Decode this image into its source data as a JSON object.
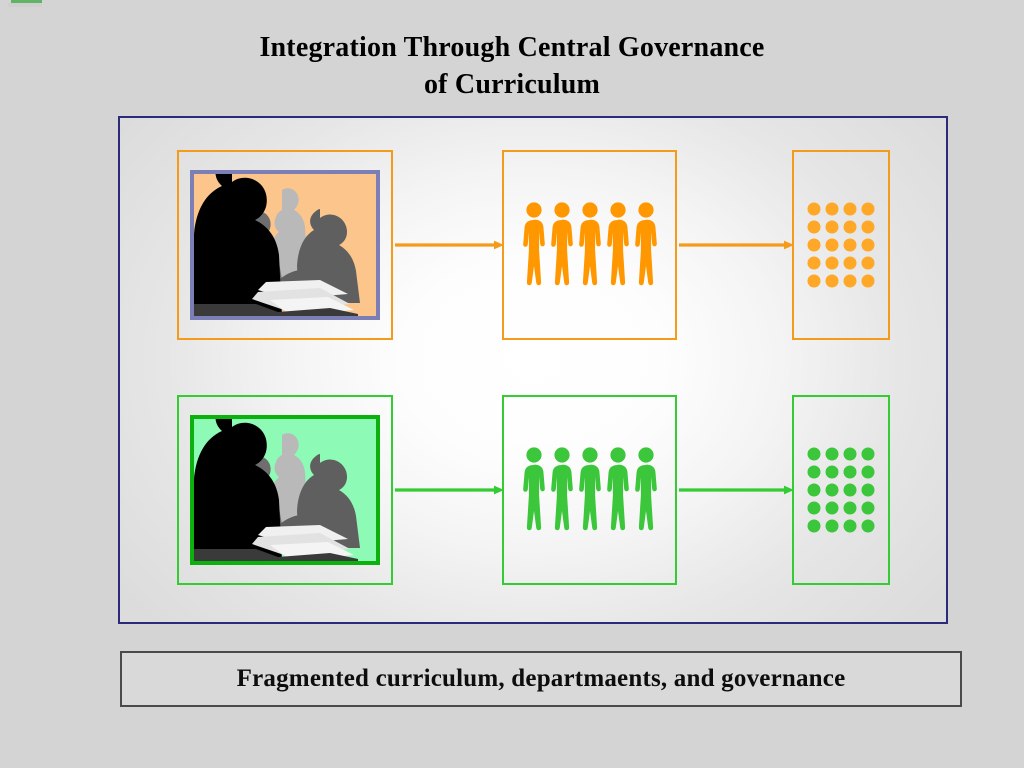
{
  "slide": {
    "title_line1": "Integration Through Central Governance",
    "title_line2": "of Curriculum",
    "caption": "Fragmented curriculum, departmaents, and governance",
    "background_color": "#d4d4d4",
    "container_border_color": "#2b2b7a",
    "caption_border_color": "#4a4a4a"
  },
  "colors": {
    "orange": "#f59b1c",
    "orange_figure": "#ff9800",
    "orange_dot": "#ffa726",
    "green": "#33cc33",
    "green_figure": "#3cc63c",
    "green_dot": "#3cc63c",
    "photo_frame_orange": "#7b7fb5",
    "photo_frame_green": "#0db10d",
    "photo_bg_peach": "#fbc58c",
    "photo_bg_mint": "#8dfab5"
  },
  "rows": [
    {
      "id": "top-row",
      "accent": "orange",
      "photo": {
        "name": "meeting-silhouette-photo",
        "background": "peach",
        "frame": "orange-frame",
        "description": "Silhouettes of people in a meeting"
      },
      "people": {
        "name": "people-group-orange",
        "count": 5,
        "color": "#ff9800"
      },
      "dots": {
        "name": "dot-grid-orange",
        "columns": 4,
        "rows": 5,
        "count": 20,
        "color": "#ffa726"
      },
      "arrows": [
        {
          "name": "arrow-top-1",
          "color": "#f59b1c"
        },
        {
          "name": "arrow-top-2",
          "color": "#f59b1c"
        }
      ]
    },
    {
      "id": "bottom-row",
      "accent": "green",
      "photo": {
        "name": "meeting-silhouette-photo",
        "background": "mint",
        "frame": "green-frame",
        "description": "Silhouettes of people in a meeting"
      },
      "people": {
        "name": "people-group-green",
        "count": 5,
        "color": "#3cc63c"
      },
      "dots": {
        "name": "dot-grid-green",
        "columns": 4,
        "rows": 5,
        "count": 20,
        "color": "#3cc63c"
      },
      "arrows": [
        {
          "name": "arrow-bottom-1",
          "color": "#33cc33"
        },
        {
          "name": "arrow-bottom-2",
          "color": "#33cc33"
        }
      ]
    }
  ]
}
